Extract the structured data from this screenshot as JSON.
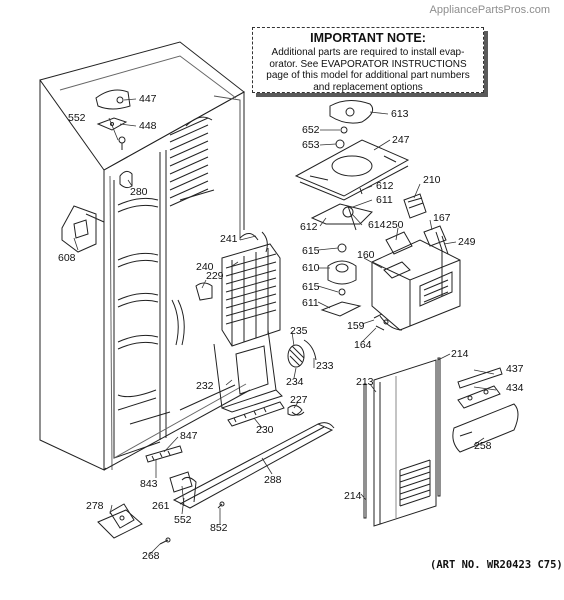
{
  "watermark": "AppliancePartsPros.com",
  "note": {
    "title": "IMPORTANT NOTE:",
    "lines": [
      "Additional parts are required to install evap-",
      "orator.  See EVAPORATOR INSTRUCTIONS",
      "page of this model for additional part numbers",
      "and replacement options"
    ]
  },
  "art_number": "(ART NO. WR20423 C75)",
  "parts": [
    "447",
    "552",
    "448",
    "280",
    "608",
    "229",
    "241",
    "240",
    "232",
    "230",
    "847",
    "843",
    "261",
    "552",
    "288",
    "852",
    "278",
    "268",
    "613",
    "652",
    "653",
    "247",
    "612",
    "611",
    "614",
    "612",
    "615",
    "610",
    "615",
    "611",
    "235",
    "233",
    "234",
    "227",
    "210",
    "250",
    "167",
    "160",
    "249",
    "159",
    "164",
    "214",
    "213",
    "437",
    "434",
    "258",
    "214"
  ]
}
